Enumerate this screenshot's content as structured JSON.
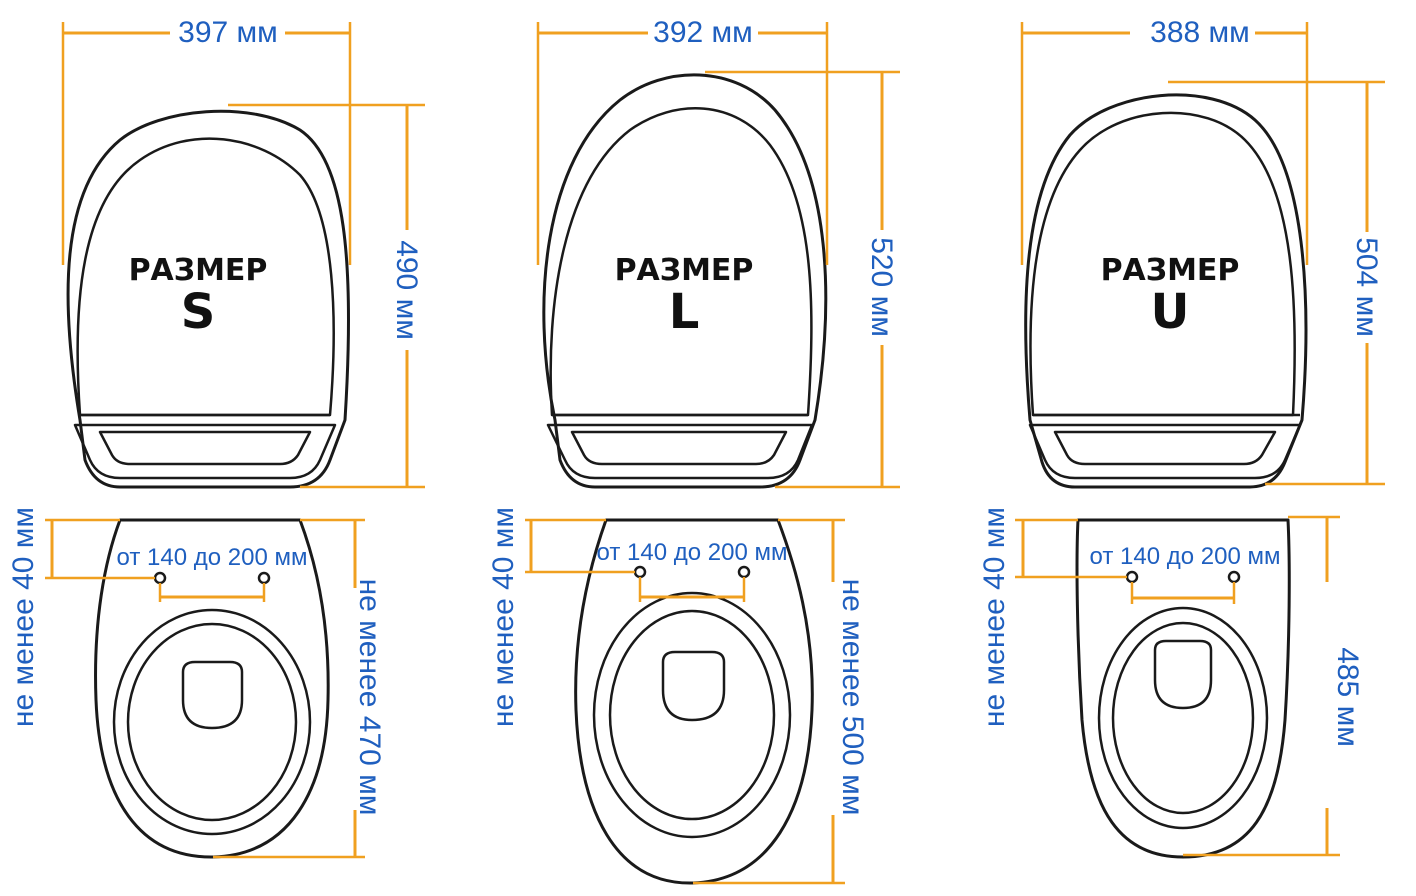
{
  "colors": {
    "dimension_line": "#f0a020",
    "dimension_text": "#1f5fbf",
    "outline": "#1a1a1a",
    "label": "#111111"
  },
  "seats": [
    {
      "size_word": "РАЗМЕР",
      "size_letter": "S",
      "width_label": "397 мм",
      "length_label": "490 мм",
      "mount_depth_label": "не менее 40 мм",
      "hole_spacing_label": "от 140 до 200 мм",
      "bowl_length_label": "не менее 470 мм"
    },
    {
      "size_word": "РАЗМЕР",
      "size_letter": "L",
      "width_label": "392 мм",
      "length_label": "520 мм",
      "mount_depth_label": "не менее 40 мм",
      "hole_spacing_label": "от 140 до 200 мм",
      "bowl_length_label": "не менее 500 мм"
    },
    {
      "size_word": "РАЗМЕР",
      "size_letter": "U",
      "width_label": "388 мм",
      "length_label": "504 мм",
      "mount_depth_label": "не менее 40 мм",
      "hole_spacing_label": "от 140 до 200 мм",
      "bowl_length_label": "485 мм"
    }
  ]
}
